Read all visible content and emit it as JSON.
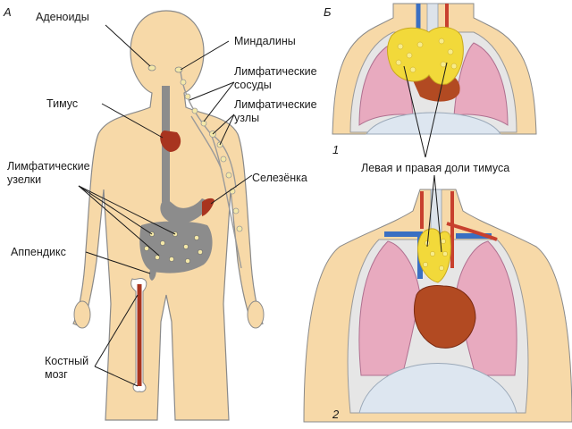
{
  "panel_a": {
    "tag": "А",
    "labels": {
      "adenoids": "Аденоиды",
      "tonsils": "Миндалины",
      "lymph_vessels": [
        "Лимфатические",
        "сосуды"
      ],
      "lymph_nodes": [
        "Лимфатические",
        "узлы"
      ],
      "thymus": "Тимус",
      "lymph_nodules": [
        "Лимфатические",
        "узелки"
      ],
      "spleen": "Селезёнка",
      "appendix": "Аппендикс",
      "bone_marrow": [
        "Костный",
        "мозг"
      ]
    }
  },
  "panel_b": {
    "tag": "Б",
    "caption": "Левая и правая доли тимуса",
    "views": [
      {
        "number": "1"
      },
      {
        "number": "2"
      }
    ]
  },
  "colors": {
    "skin": "#f7d9a8",
    "skin_outline": "#8a8a8a",
    "organ_red": "#a8341f",
    "organ_gray": "#8c8c8c",
    "thymus_yellow": "#f2d93a",
    "lung_pink": "#e8aabf",
    "heart_brown": "#b24a22",
    "vessel_blue": "#3a6fc2",
    "vessel_red": "#c8402e"
  }
}
